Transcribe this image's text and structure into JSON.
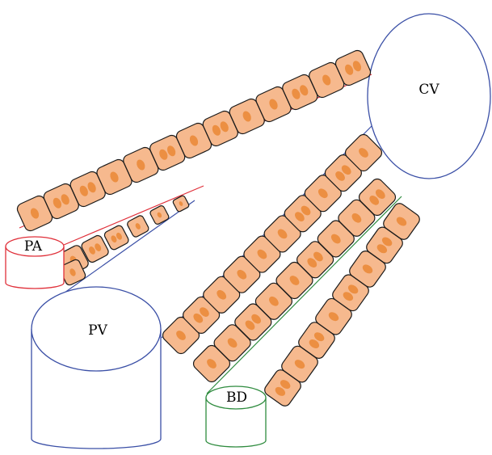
{
  "labels": {
    "cv": "CV",
    "pa": "PA",
    "pv": "PV",
    "bd": "BD"
  },
  "colors": {
    "cell_fill": "#f6b98e",
    "nucleus": "#ec8f42",
    "cell_stroke": "#1a1a1a",
    "central_vein": "#3a4fa6",
    "portal_vein": "#3a4fa6",
    "portal_artery": "#e0303a",
    "bile_duct": "#2e8b3e"
  },
  "structures": [
    {
      "id": "central-vein",
      "label_key": "cv",
      "color_key": "central_vein"
    },
    {
      "id": "portal-artery",
      "label_key": "pa",
      "color_key": "portal_artery"
    },
    {
      "id": "portal-vein",
      "label_key": "pv",
      "color_key": "portal_vein"
    },
    {
      "id": "bile-duct",
      "label_key": "bd",
      "color_key": "bile_duct"
    }
  ]
}
